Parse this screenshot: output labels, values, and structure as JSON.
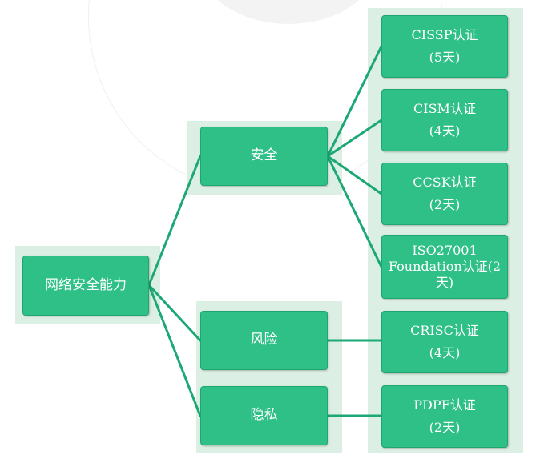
{
  "diagram": {
    "root": {
      "label": "网络安全能力"
    },
    "categories": [
      {
        "id": "security",
        "label": "安全"
      },
      {
        "id": "risk",
        "label": "风险"
      },
      {
        "id": "privacy",
        "label": "隐私"
      }
    ],
    "certifications": [
      {
        "label": "CISSP认证\n(5天)",
        "category": "security"
      },
      {
        "label": "CISM认证\n(4天)",
        "category": "security"
      },
      {
        "label": "CCSK认证\n(2天)",
        "category": "security"
      },
      {
        "label": "ISO27001\nFoundation认证(2\n天)",
        "category": "security"
      },
      {
        "label": "CRISC认证\n(4天)",
        "category": "risk"
      },
      {
        "label": "PDPF认证\n(2天)",
        "category": "privacy"
      }
    ]
  },
  "colors": {
    "node_fill": "#2ec087",
    "connector": "#1aa874",
    "group_bg": "#dcefe4"
  }
}
